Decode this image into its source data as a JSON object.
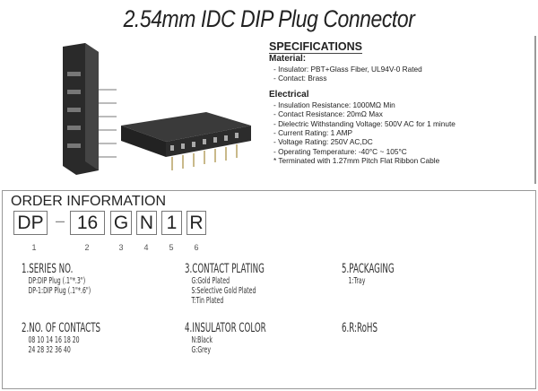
{
  "title": "2.54mm IDC DIP Plug Connector",
  "specs": {
    "heading": "SPECIFICATIONS",
    "material_heading": "Material:",
    "material": [
      "- Insulator: PBT+Glass Fiber, UL94V-0 Rated",
      "- Contact: Brass"
    ],
    "electrical_heading": "Electrical",
    "electrical": [
      "- Insulation Resistance: 1000MΩ Min",
      "- Contact Resistance: 20mΩ Max",
      "- Dielectric Withstanding Voltage: 500V AC for 1 minute",
      "- Current Rating: 1 AMP",
      "- Voltage Rating: 250V AC,DC",
      "- Operating Temperature: -40°C ~ 105°C",
      "* Terminated with 1.27mm Pitch Flat Ribbon Cable"
    ]
  },
  "order": {
    "title": "ORDER INFORMATION",
    "boxes": [
      "DP",
      "16",
      "G",
      "N",
      "1",
      "R"
    ],
    "dash": "–",
    "numbers": [
      "1",
      "2",
      "3",
      "4",
      "5",
      "6"
    ],
    "sections": [
      {
        "heading": "1.SERIES NO.",
        "items": [
          "DP:DIP Plug (.1\"*.3\")",
          "DP-1:DIP Plug (.1\"*.6\")"
        ]
      },
      {
        "heading": "3.CONTACT PLATING",
        "items": [
          "G:Gold Plated",
          "S:Selective Gold Plated",
          "T:Tin Plated"
        ]
      },
      {
        "heading": "5.PACKAGING",
        "items": [
          "1:Tray"
        ]
      },
      {
        "heading": "2.NO. OF CONTACTS",
        "items": [
          "08 10 14 16 18 20",
          "24 28 32 36 40"
        ]
      },
      {
        "heading": "4.INSULATOR COLOR",
        "items": [
          "N:Black",
          "G:Grey"
        ]
      },
      {
        "heading": "6.R:RoHS",
        "items": []
      }
    ]
  }
}
